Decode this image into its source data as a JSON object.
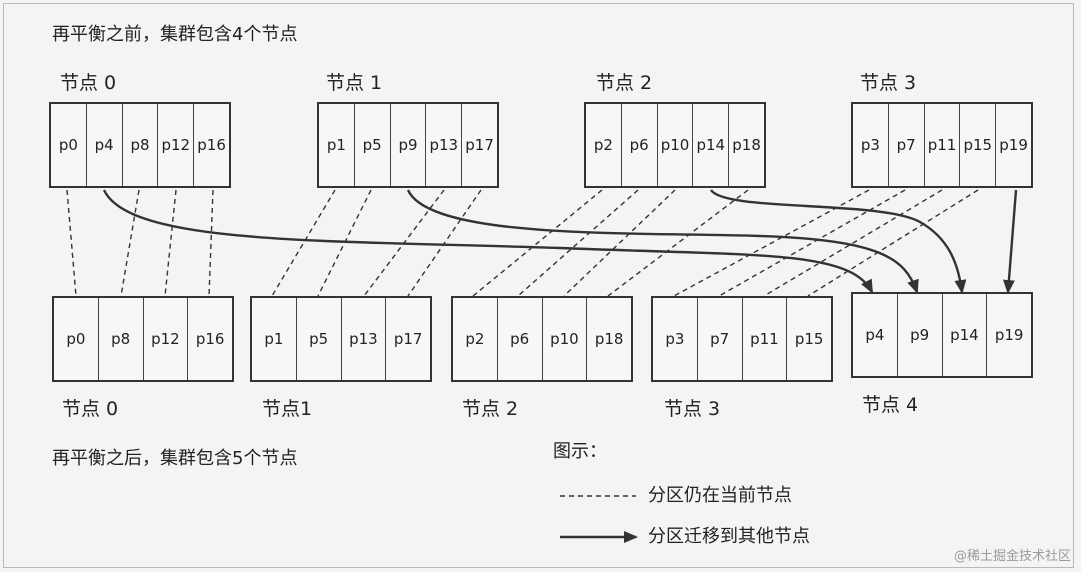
{
  "captions": {
    "before": "再平衡之前，集群包含4个节点",
    "after": "再平衡之后，集群包含5个节点"
  },
  "before_nodes": [
    {
      "label": "节点 0",
      "partitions": [
        "p0",
        "p4",
        "p8",
        "p12",
        "p16"
      ]
    },
    {
      "label": "节点 1",
      "partitions": [
        "p1",
        "p5",
        "p9",
        "p13",
        "p17"
      ]
    },
    {
      "label": "节点 2",
      "partitions": [
        "p2",
        "p6",
        "p10",
        "p14",
        "p18"
      ]
    },
    {
      "label": "节点 3",
      "partitions": [
        "p3",
        "p7",
        "p11",
        "p15",
        "p19"
      ]
    }
  ],
  "after_nodes": [
    {
      "label": "节点 0",
      "partitions": [
        "p0",
        "p8",
        "p12",
        "p16"
      ]
    },
    {
      "label": "节点1",
      "partitions": [
        "p1",
        "p5",
        "p13",
        "p17"
      ]
    },
    {
      "label": "节点 2",
      "partitions": [
        "p2",
        "p6",
        "p10",
        "p18"
      ]
    },
    {
      "label": "节点 3",
      "partitions": [
        "p3",
        "p7",
        "p11",
        "p15"
      ]
    },
    {
      "label": "节点 4",
      "partitions": [
        "p4",
        "p9",
        "p14",
        "p19"
      ]
    }
  ],
  "legend": {
    "title": "图示：",
    "dashed": "分区仍在当前节点",
    "arrow": "分区迁移到其他节点"
  },
  "watermark": "@稀土掘金技术社区",
  "colors": {
    "line": "#333333",
    "background": "#f5f4f2"
  }
}
